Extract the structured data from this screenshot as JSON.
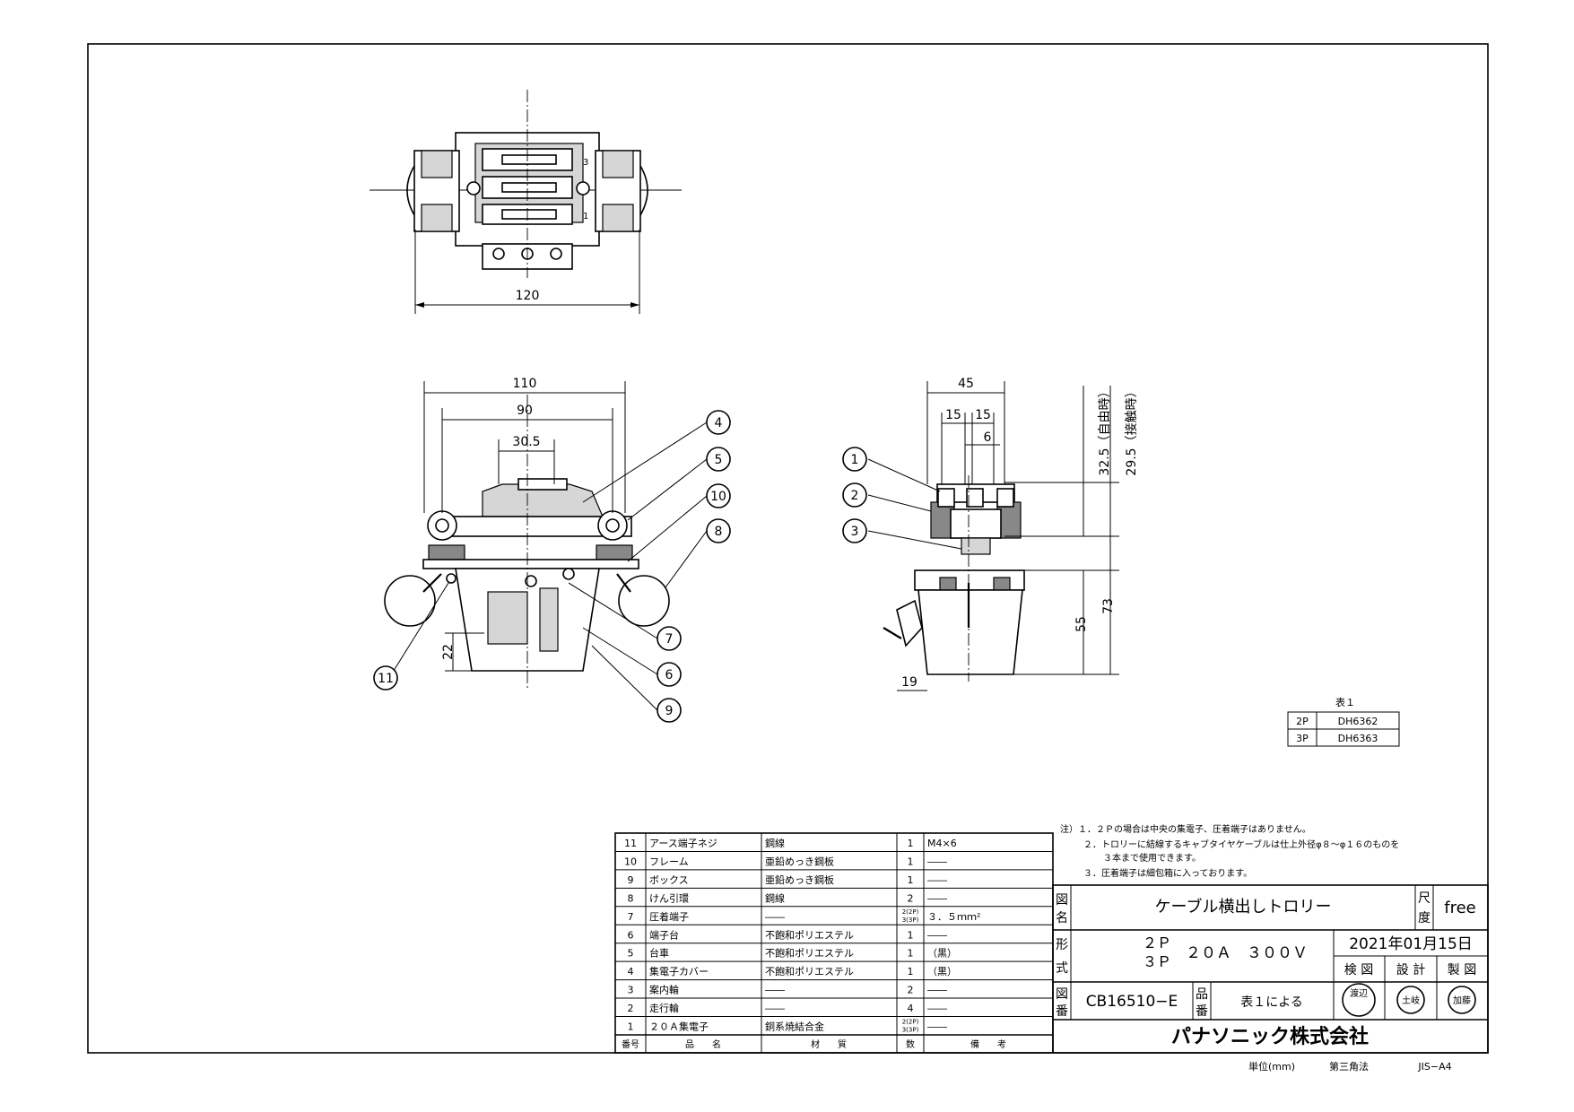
{
  "dims_top": {
    "width": "120"
  },
  "dims_front": {
    "d110": "110",
    "d90": "90",
    "d305": "30.5",
    "d22": "22"
  },
  "dims_side": {
    "d45": "45",
    "d15a": "15",
    "d15b": "15",
    "d6": "6",
    "d55": "55",
    "d73": "73",
    "d19": "19",
    "h_free": "32.5（自由時）",
    "h_contact": "29.5（接触時）"
  },
  "balloons": [
    "1",
    "2",
    "3",
    "4",
    "5",
    "6",
    "7",
    "8",
    "9",
    "10",
    "11"
  ],
  "table1": {
    "title": "表１",
    "rows": [
      {
        "p": "2P",
        "code": "DH6362"
      },
      {
        "p": "3P",
        "code": "DH6363"
      }
    ]
  },
  "notes": [
    "注）１．２Ｐの場合は中央の集電子、圧着端子はありません。",
    "２．トロリーに結線するキャブタイヤケーブルは仕上外径φ８～φ１６のものを",
    "３本まで使用できます。",
    "３．圧着端子は細包箱に入っております。"
  ],
  "parts_header": {
    "no": "番号",
    "name": "品　　名",
    "material": "材　　質",
    "qty": "数",
    "remarks": "備　　考"
  },
  "parts": [
    {
      "no": "11",
      "name": "アース端子ネジ",
      "material": "鋼線",
      "qty": "1",
      "remarks": "M4×6"
    },
    {
      "no": "10",
      "name": "フレーム",
      "material": "亜鉛めっき鋼板",
      "qty": "1",
      "remarks": "――"
    },
    {
      "no": "9",
      "name": "ボックス",
      "material": "亜鉛めっき鋼板",
      "qty": "1",
      "remarks": "――"
    },
    {
      "no": "8",
      "name": "けん引環",
      "material": "鋼線",
      "qty": "2",
      "remarks": "――"
    },
    {
      "no": "7",
      "name": "圧着端子",
      "material": "――",
      "qty_top": "2(2P)",
      "qty_bot": "3(3P)",
      "remarks": "３．５ｍｍ²"
    },
    {
      "no": "6",
      "name": "端子台",
      "material": "不飽和ポリエステル",
      "qty": "1",
      "remarks": "――"
    },
    {
      "no": "5",
      "name": "台車",
      "material": "不飽和ポリエステル",
      "qty": "1",
      "remarks": "（黒）"
    },
    {
      "no": "4",
      "name": "集電子カバー",
      "material": "不飽和ポリエステル",
      "qty": "1",
      "remarks": "（黒）"
    },
    {
      "no": "3",
      "name": "案内輪",
      "material": "――",
      "qty": "2",
      "remarks": "――"
    },
    {
      "no": "2",
      "name": "走行輪",
      "material": "――",
      "qty": "4",
      "remarks": "――"
    },
    {
      "no": "1",
      "name": "２０Ａ集電子",
      "material": "銅系焼結合金",
      "qty_top": "2(2P)",
      "qty_bot": "3(3P)",
      "remarks": "――"
    }
  ],
  "title_block": {
    "zumei_label": "図名",
    "title": "ケーブル横出しトロリー",
    "scale_label": "尺度",
    "scale": "free",
    "keishiki_label": "形式",
    "model_2p": "２Ｐ",
    "model_3p": "３Ｐ",
    "rating": "２０Ａ　３００Ｖ",
    "date": "2021年01月15日",
    "roles": [
      "検 図",
      "設 計",
      "製 図"
    ],
    "zuban_label": "図番",
    "drawing_no": "CB16510−E",
    "hinban_label": "品番",
    "hinban": "表１による",
    "stamps": [
      "渡辺",
      "土岐",
      "加藤"
    ],
    "company": "パナソニック株式会社"
  },
  "footer": {
    "unit": "単位(mm)",
    "projection": "第三角法",
    "size": "JIS−A4"
  }
}
